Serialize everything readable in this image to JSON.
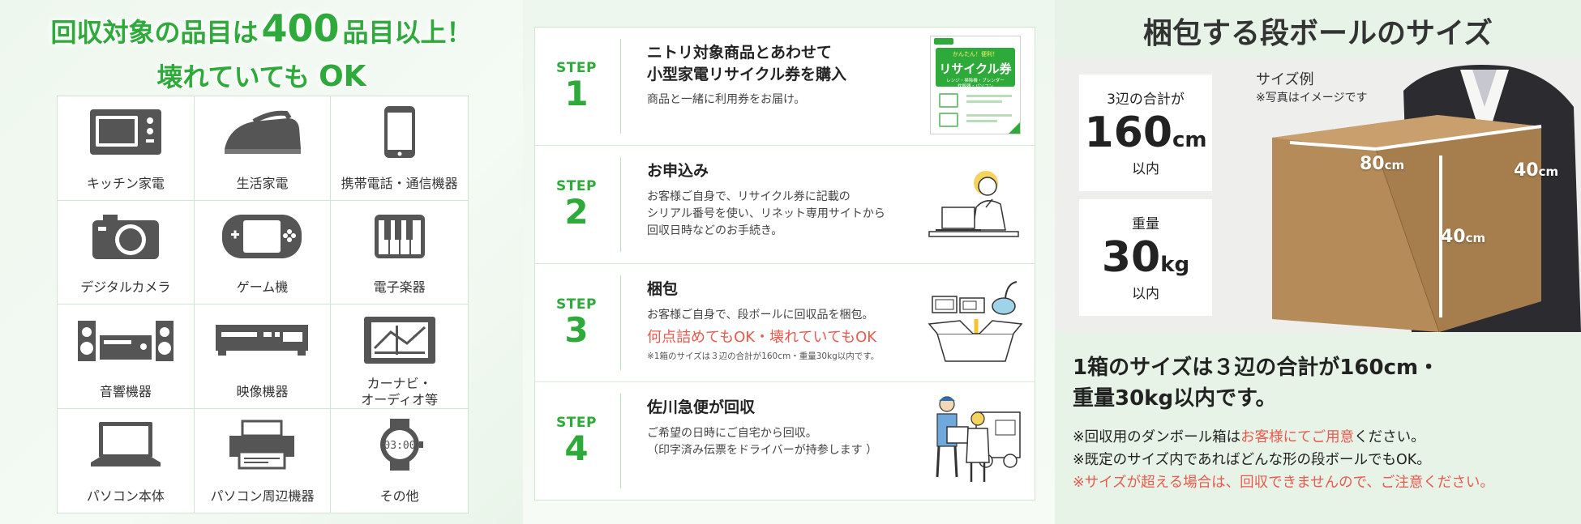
{
  "left": {
    "title_prefix": "回収対象の品目は",
    "title_number": "400",
    "title_suffix": "品目以上！",
    "subtitle_main": "壊れていても",
    "subtitle_ok": "OK",
    "categories": [
      {
        "label": "キッチン家電",
        "icon": "microwave-icon"
      },
      {
        "label": "生活家電",
        "icon": "iron-icon"
      },
      {
        "label": "携帯電話・通信機器",
        "icon": "smartphone-icon"
      },
      {
        "label": "デジタルカメラ",
        "icon": "camera-icon"
      },
      {
        "label": "ゲーム機",
        "icon": "game-console-icon"
      },
      {
        "label": "電子楽器",
        "icon": "keyboard-instrument-icon"
      },
      {
        "label": "音響機器",
        "icon": "stereo-icon"
      },
      {
        "label": "映像機器",
        "icon": "video-player-icon"
      },
      {
        "label": "カーナビ・\nオーディオ等",
        "icon": "car-navigation-icon"
      },
      {
        "label": "パソコン本体",
        "icon": "laptop-icon"
      },
      {
        "label": "パソコン周辺機器",
        "icon": "printer-icon"
      },
      {
        "label": "その他",
        "icon": "watch-icon"
      }
    ]
  },
  "steps": [
    {
      "step_label": "STEP",
      "number": "1",
      "title": "ニトリ対象商品とあわせて\n小型家電リサイクル券を購入",
      "desc": "商品と一緒に利用券をお届け。",
      "ticket": {
        "top_text": "かんたん！便利！",
        "title": "リサイクル券",
        "sub": "レンジ・掃除機・ブレンダー\n炊飯器・パソコン"
      }
    },
    {
      "step_label": "STEP",
      "number": "2",
      "title": "お申込み",
      "desc": "お客様ご自身で、リサイクル券に記載の\nシリアル番号を使い、リネット専用サイトから\n回収日時などのお手続き。"
    },
    {
      "step_label": "STEP",
      "number": "3",
      "title": "梱包",
      "desc": "お客様ご自身で、段ボールに回収品を梱包。",
      "highlight": "何点詰めてもOK・壊れていてもOK",
      "note": "※1箱のサイズは３辺の合計が160cm・重量30kg以内です。"
    },
    {
      "step_label": "STEP",
      "number": "4",
      "title": "佐川急便が回収",
      "desc": "ご希望の日時にご自宅から回収。\n（印字済み伝票をドライバーが持参します ）"
    }
  ],
  "right": {
    "title": "梱包する段ボールのサイズ",
    "spec1": {
      "caption": "3辺の合計が",
      "value": "160",
      "unit": "cm",
      "sub": "以内"
    },
    "spec2": {
      "caption": "重量",
      "value": "30",
      "unit": "kg",
      "sub": "以内"
    },
    "size_example": "サイズ例",
    "image_note": "※写真はイメージです",
    "dims": [
      {
        "value": "80",
        "unit": "cm"
      },
      {
        "value": "40",
        "unit": "cm"
      },
      {
        "value": "40",
        "unit": "cm"
      }
    ],
    "message": "1箱のサイズは３辺の合計が160cm・\n重量30kg以内です。",
    "note1_a": "※回収用のダンボール箱は",
    "note1_red": "お客様にてご用意",
    "note1_b": "ください。",
    "note2": "※既定のサイズ内であればどんな形の段ボールでもOK。",
    "note3": "※サイズが超える場合は、回収できませんので、ご注意ください。"
  },
  "colors": {
    "accent_green": "#2eaa3a",
    "alert_red": "#e8594e",
    "bg_green": "#e6f3e6"
  }
}
